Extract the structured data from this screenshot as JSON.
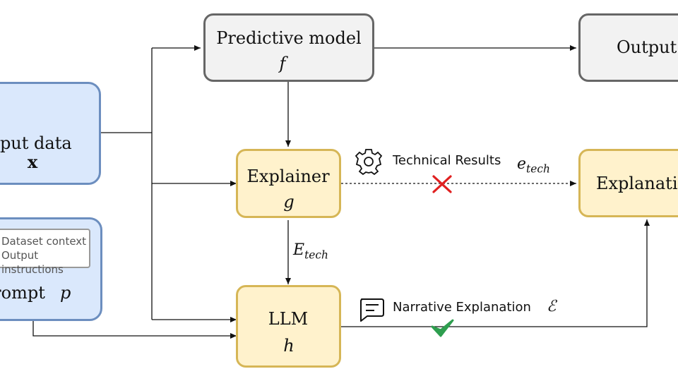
{
  "nodes": {
    "predictive": {
      "label": "Predictive model",
      "symbol": "f"
    },
    "output": {
      "label": "Output"
    },
    "input": {
      "label": "Input data",
      "symbol": "x"
    },
    "explainer": {
      "label": "Explainer",
      "symbol": "g"
    },
    "explanation": {
      "label": "Explanation"
    },
    "prompt": {
      "label": "Prompt",
      "symbol": "p",
      "note_line1": "Dataset context",
      "note_line2": "Output instructions"
    },
    "llm": {
      "label": "LLM",
      "symbol": "h"
    }
  },
  "edges": {
    "technical": {
      "label": "Technical Results",
      "symbol_base": "e",
      "symbol_sub": "tech"
    },
    "etech": {
      "symbol_base": "E",
      "symbol_sub": "tech"
    },
    "narrative": {
      "label": "Narrative Explanation",
      "symbol": "ℰ"
    }
  },
  "colors": {
    "gray_fill": "#f2f2f2",
    "gray_stroke": "#666666",
    "yellow_fill": "#fff2cc",
    "yellow_stroke": "#d6b656",
    "blue_fill": "#dae8fc",
    "blue_stroke": "#6c8ebf",
    "cross": "#e02020",
    "check": "#2e9e4f"
  },
  "icons": [
    "table-icon",
    "share-icon",
    "image-file-icon",
    "gear-icon",
    "message-icon",
    "cross-icon",
    "check-icon"
  ]
}
